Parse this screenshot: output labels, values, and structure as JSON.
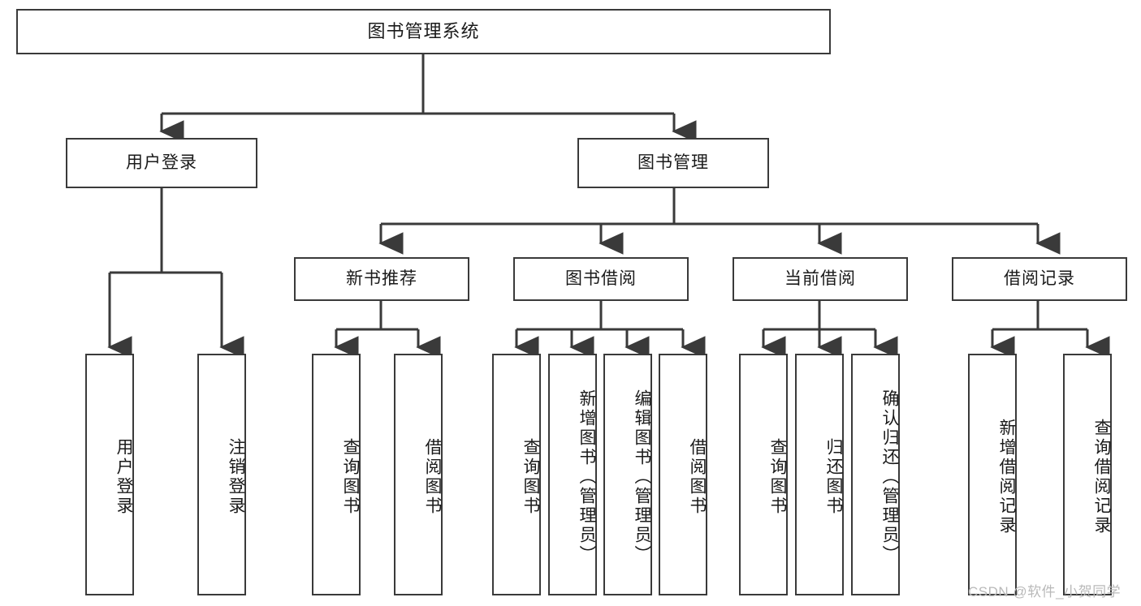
{
  "diagram": {
    "title": "图书管理系统",
    "watermark": "CSDN @软件_小贺同学",
    "colors": {
      "box_border": "#3a3a3a",
      "box_fill": "#ffffff",
      "connector": "#3a3a3a",
      "text": "#1a1a1a",
      "watermark": "#b9b9b9",
      "background": "#ffffff"
    },
    "root": {
      "label": "图书管理系统"
    },
    "level2": [
      {
        "id": "user-login",
        "label": "用户登录"
      },
      {
        "id": "book-management",
        "label": "图书管理"
      }
    ],
    "level3": [
      {
        "id": "new-book-recommend",
        "label": "新书推荐",
        "parent": "book-management"
      },
      {
        "id": "book-borrow",
        "label": "图书借阅",
        "parent": "book-management"
      },
      {
        "id": "current-borrow",
        "label": "当前借阅",
        "parent": "book-management"
      },
      {
        "id": "borrow-record",
        "label": "借阅记录",
        "parent": "book-management"
      }
    ],
    "leaves": [
      {
        "id": "leaf-user-login",
        "label": "用户登录",
        "parent": "user-login"
      },
      {
        "id": "leaf-logout-login",
        "label": "注销登录",
        "parent": "user-login"
      },
      {
        "id": "leaf-query-book-1",
        "label": "查询图书",
        "parent": "new-book-recommend"
      },
      {
        "id": "leaf-borrow-book-1",
        "label": "借阅图书",
        "parent": "new-book-recommend"
      },
      {
        "id": "leaf-query-book-2",
        "label": "查询图书",
        "parent": "book-borrow"
      },
      {
        "id": "leaf-add-book",
        "label": "新增图书（管理员）",
        "parent": "book-borrow"
      },
      {
        "id": "leaf-edit-book",
        "label": "编辑图书（管理员）",
        "parent": "book-borrow"
      },
      {
        "id": "leaf-borrow-book-2",
        "label": "借阅图书",
        "parent": "book-borrow"
      },
      {
        "id": "leaf-query-book-3",
        "label": "查询图书",
        "parent": "current-borrow"
      },
      {
        "id": "leaf-return-book",
        "label": "归还图书",
        "parent": "current-borrow"
      },
      {
        "id": "leaf-confirm-return",
        "label": "确认归还（管理员）",
        "parent": "current-borrow"
      },
      {
        "id": "leaf-add-record",
        "label": "新增借阅记录",
        "parent": "borrow-record"
      },
      {
        "id": "leaf-query-record",
        "label": "查询借阅记录",
        "parent": "borrow-record"
      }
    ]
  }
}
